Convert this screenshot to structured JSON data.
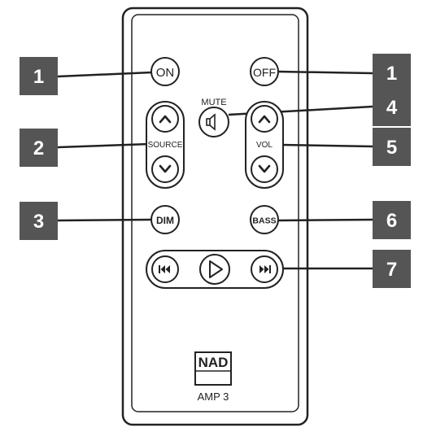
{
  "remote": {
    "buttons": {
      "on": "ON",
      "off": "OFF",
      "mute": "MUTE",
      "source": "SOURCE",
      "vol": "VOL",
      "dim": "DIM",
      "bass": "BASS"
    },
    "brand": "NAD",
    "model": "AMP 3"
  },
  "callouts": {
    "on": "1",
    "off": "1",
    "source": "2",
    "dim": "3",
    "mute": "4",
    "vol": "5",
    "bass": "6",
    "transport": "7"
  },
  "colors": {
    "callout_box": "#555555",
    "callout_text": "#ffffff",
    "outline": "#222222",
    "remote_fill": "#ffffff"
  },
  "icons": {
    "source_up": "chevron-up-icon",
    "source_down": "chevron-down-icon",
    "vol_up": "chevron-up-icon",
    "vol_down": "chevron-down-icon",
    "mute": "speaker-icon",
    "prev": "skip-back-icon",
    "play": "play-icon",
    "next": "skip-forward-icon"
  }
}
